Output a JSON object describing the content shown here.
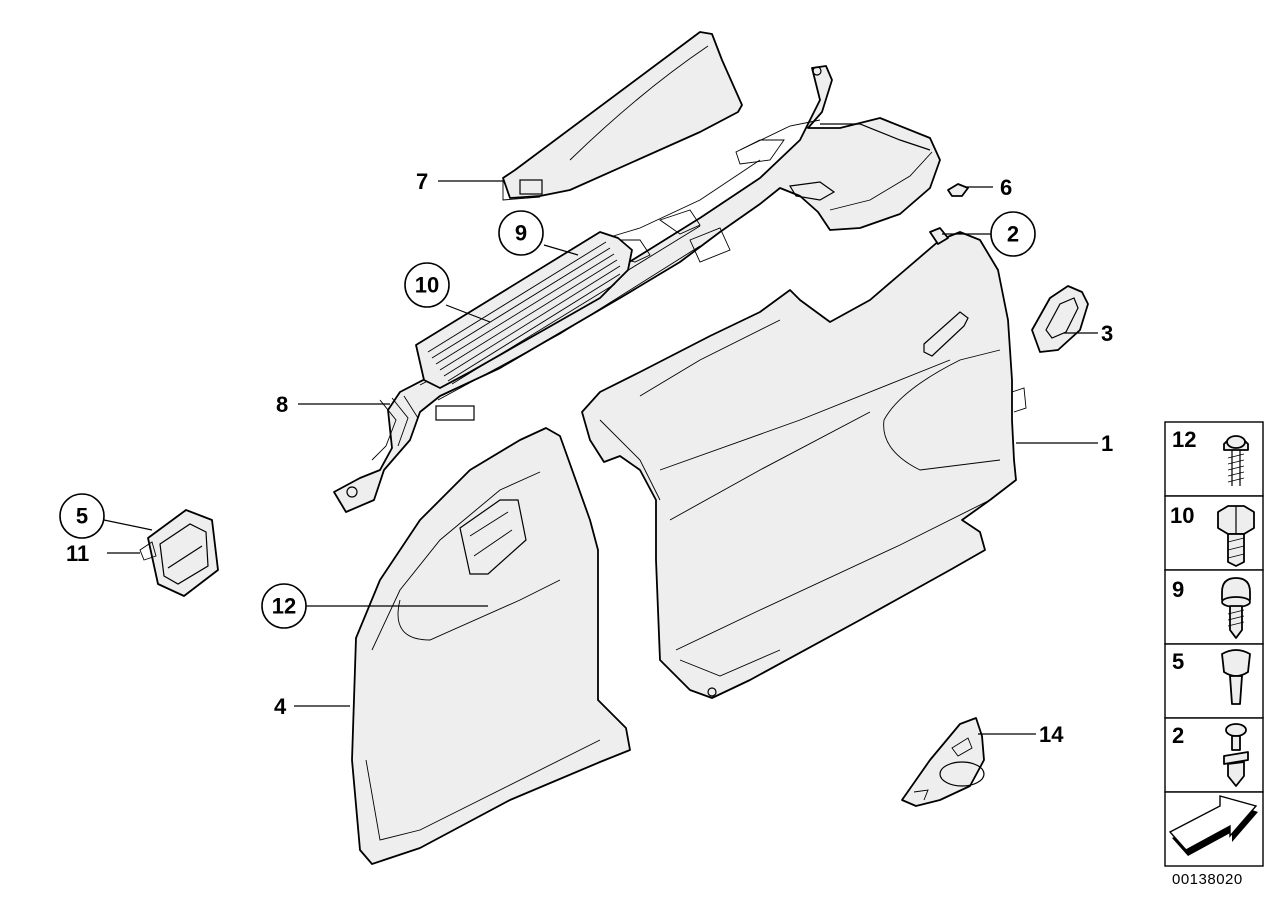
{
  "callouts": {
    "c1": "1",
    "c2": "2",
    "c3": "3",
    "c4": "4",
    "c5": "5",
    "c6": "6",
    "c7": "7",
    "c8": "8",
    "c9": "9",
    "c10": "10",
    "c11": "11",
    "c12": "12",
    "c14": "14"
  },
  "legend": [
    "12",
    "10",
    "9",
    "5",
    "2"
  ],
  "document_number": "00138020"
}
